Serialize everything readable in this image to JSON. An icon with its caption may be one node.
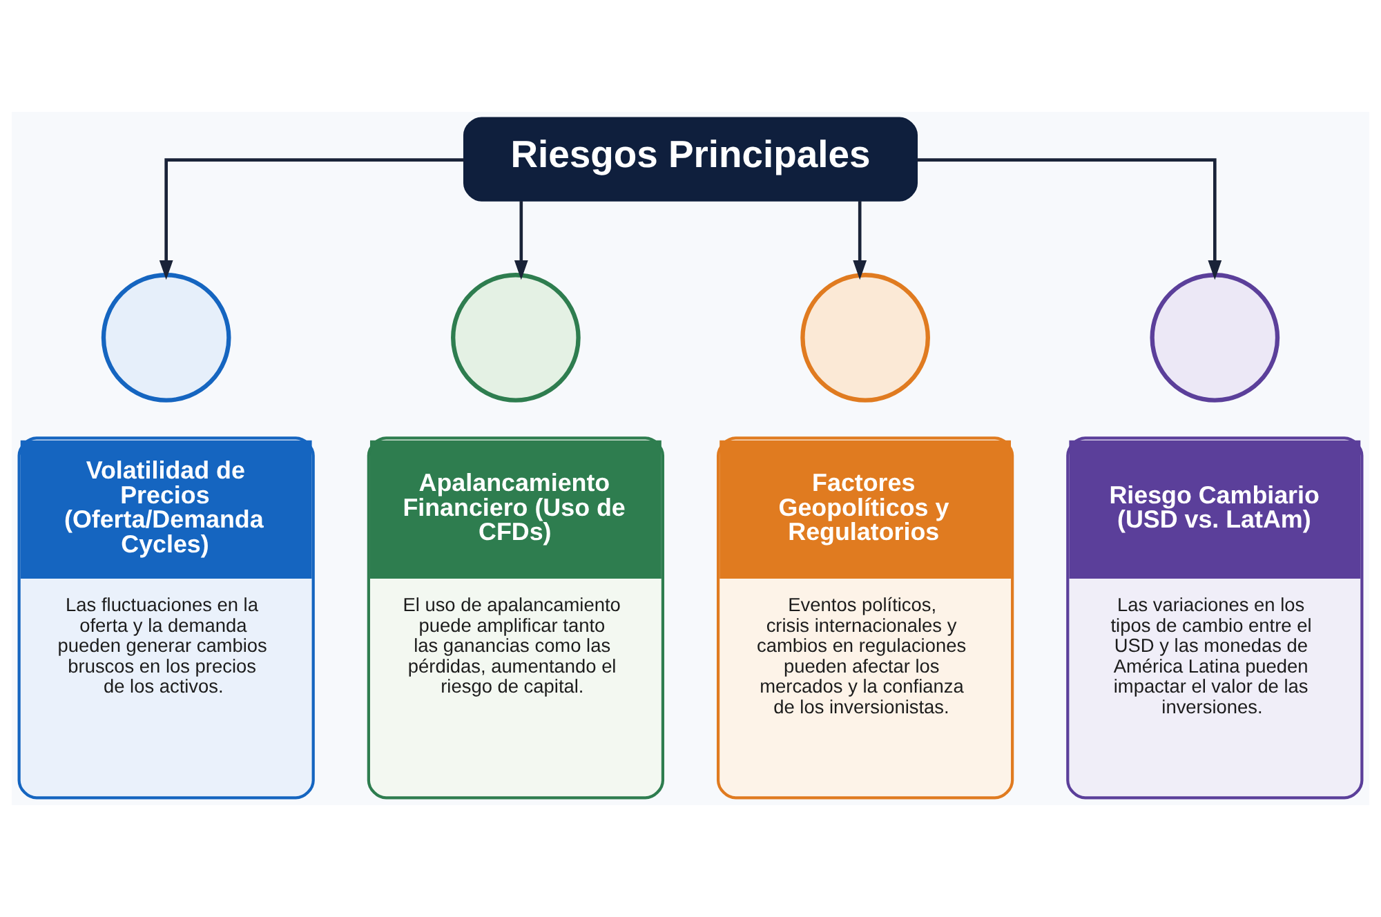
{
  "diagram": {
    "nodes": [
      {
        "text": [
          "Riesgos Principales"
        ]
      },
      {
        "text": [],
        "shape": "circle"
      },
      {
        "text": [
          "Volatilidad de Precios (Oferta/Demanda Cycles)",
          "Las fluctuaciones en la oferta y la demanda pueden generar cambios bruscos en los precios de los activos."
        ]
      },
      {
        "text": [],
        "shape": "circle"
      },
      {
        "text": [
          "Apalancamiento Financiero (Uso de CFDs)",
          "El uso de apalancamiento puede amplificar tanto las ganancias como las pérdidas, aumentando el riesgo de capital."
        ]
      },
      {
        "text": [],
        "shape": "circle"
      },
      {
        "text": [
          "Factores Geopolíticos y Regulatorios",
          "Eventos políticos, crisis internacionales y cambios en regulaciones pueden afectar los mercados y la confianza de los inversionistas."
        ]
      },
      {
        "text": [],
        "shape": "circle"
      },
      {
        "text": [
          "Riesgo Cambiario (USD vs. LatAm)",
          "Las variaciones en los tipos de cambio entre el USD y las monedas de América Latina pueden impactar el valor de las inversiones."
        ]
      }
    ],
    "edges": [
      {
        "from": 0,
        "to": 1,
        "arrow": "to"
      },
      {
        "from": 0,
        "to": 3,
        "arrow": "to"
      },
      {
        "from": 0,
        "to": 5,
        "arrow": "to"
      },
      {
        "from": 0,
        "to": 7,
        "arrow": "to"
      }
    ]
  }
}
